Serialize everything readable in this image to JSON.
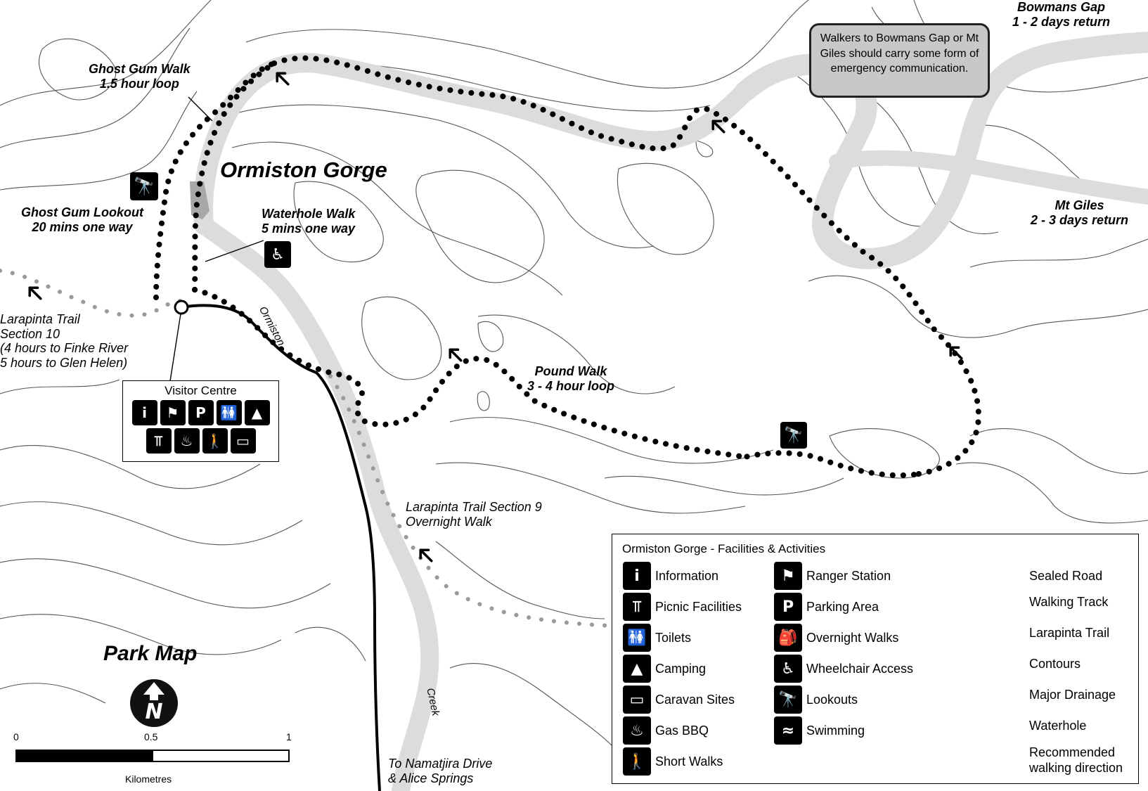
{
  "map": {
    "title": "Ormiston Gorge",
    "park_map_label": "Park Map",
    "colors": {
      "drainage": "#dcdcdc",
      "waterhole": "#a8a8a8",
      "road": "#000000",
      "contour": "#555555",
      "larapinta": "#9a9a9a",
      "track": "#000000",
      "note_bg": "#c8c8c8"
    }
  },
  "labels": {
    "bowmans_gap": [
      "Bowmans Gap",
      "1 - 2 days return"
    ],
    "mt_giles": [
      "Mt Giles",
      "2 - 3 days return"
    ],
    "ghost_gum_walk": [
      "Ghost Gum Walk",
      "1.5 hour loop"
    ],
    "ghost_gum_lookout": [
      "Ghost Gum Lookout",
      "20 mins one way"
    ],
    "waterhole_walk": [
      "Waterhole Walk",
      "5 mins one way"
    ],
    "pound_walk": [
      "Pound Walk",
      "3 - 4 hour loop"
    ],
    "larapinta_10": [
      "Larapinta Trail",
      "Section 10",
      "(4 hours to Finke River",
      "5 hours to Glen Helen)"
    ],
    "larapinta_9": [
      "Larapinta Trail Section 9",
      "Overnight Walk"
    ],
    "creek_upper": "Ormiston",
    "creek_lower": "Creek",
    "to_namatjira": [
      "To Namatjira Drive",
      "& Alice Springs"
    ]
  },
  "note": "Walkers to Bowmans Gap or Mt Giles should carry some form of emergency communication.",
  "visitor_centre": {
    "title": "Visitor Centre",
    "icons": [
      "info-icon",
      "ranger-station-icon",
      "parking-icon",
      "toilets-icon",
      "camping-icon",
      "picnic-icon",
      "gas-bbq-icon",
      "short-walks-icon",
      "caravan-icon"
    ]
  },
  "map_icons": {
    "lookout": "lookout-icon",
    "wheelchair": "wheelchair-icon"
  },
  "legend": {
    "title": "Ormiston Gorge - Facilities & Activities",
    "col1": [
      {
        "icon": "info-icon",
        "label": "Information"
      },
      {
        "icon": "picnic-icon",
        "label": "Picnic Facilities"
      },
      {
        "icon": "toilets-icon",
        "label": "Toilets"
      },
      {
        "icon": "camping-icon",
        "label": "Camping"
      },
      {
        "icon": "caravan-icon",
        "label": "Caravan Sites"
      },
      {
        "icon": "gas-bbq-icon",
        "label": "Gas BBQ"
      },
      {
        "icon": "short-walks-icon",
        "label": "Short Walks"
      }
    ],
    "col2": [
      {
        "icon": "ranger-station-icon",
        "label": "Ranger Station"
      },
      {
        "icon": "parking-icon",
        "label": "Parking Area"
      },
      {
        "icon": "overnight-walks-icon",
        "label": "Overnight Walks"
      },
      {
        "icon": "wheelchair-icon",
        "label": "Wheelchair Access"
      },
      {
        "icon": "lookout-icon",
        "label": "Lookouts"
      },
      {
        "icon": "swimming-icon",
        "label": "Swimming"
      }
    ],
    "col3": [
      {
        "symbol": "sealed-road",
        "label": "Sealed Road"
      },
      {
        "symbol": "walking-track",
        "label": "Walking Track"
      },
      {
        "symbol": "larapinta-trail",
        "label": "Larapinta Trail"
      },
      {
        "symbol": "contours",
        "label": "Contours"
      },
      {
        "symbol": "major-drainage",
        "label": "Major Drainage"
      },
      {
        "symbol": "waterhole",
        "label": "Waterhole"
      },
      {
        "symbol": "direction-arrow",
        "label": "Recommended walking direction"
      }
    ]
  },
  "scale": {
    "ticks": [
      "0",
      "0.5",
      "1"
    ],
    "unit": "Kilometres"
  }
}
